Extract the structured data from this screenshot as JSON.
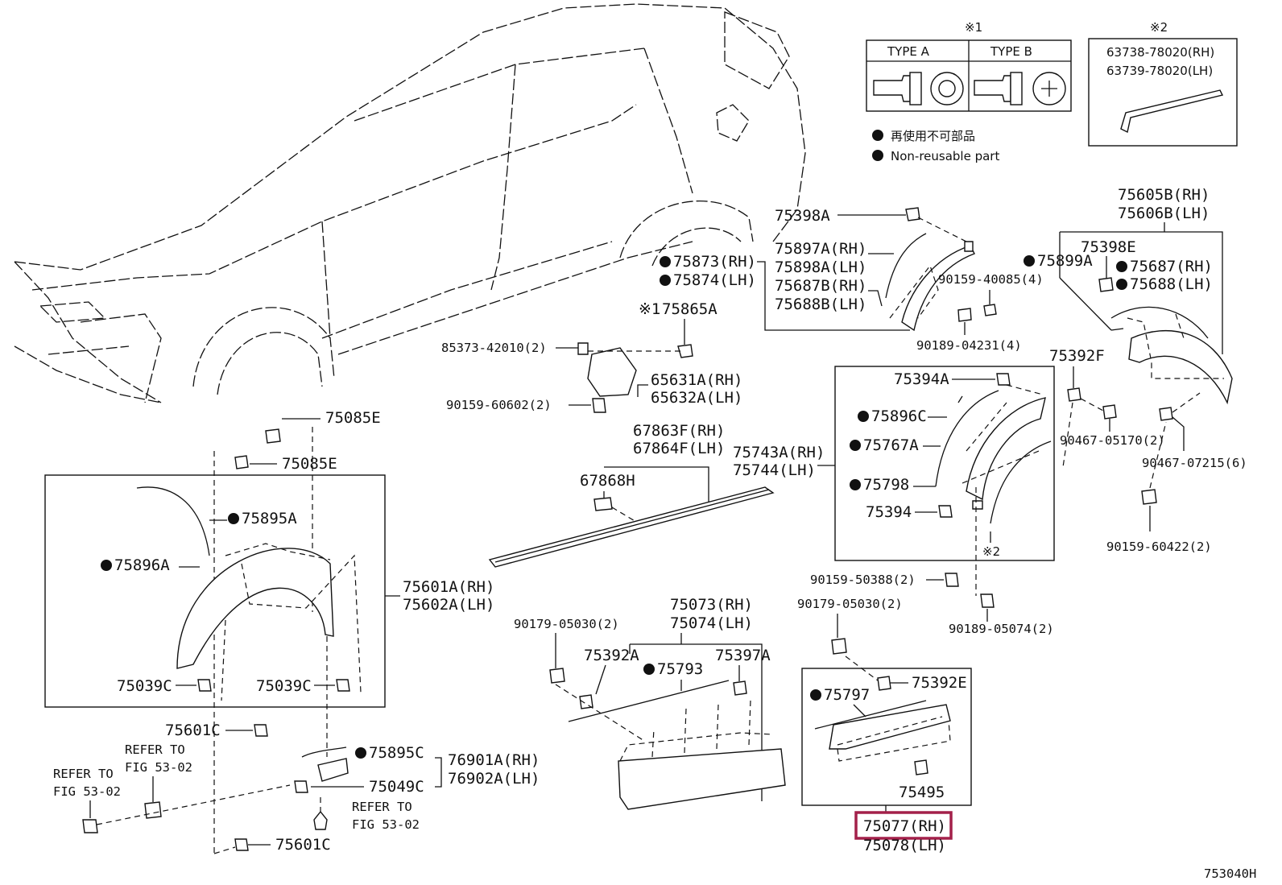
{
  "legend": {
    "note1": "※1",
    "note2": "※2",
    "type_a": "TYPE A",
    "type_b": "TYPE B",
    "clip_codes": [
      "63738-78020(RH)",
      "63739-78020(LH)"
    ],
    "nonreusable_jp": "再使用不可部品",
    "nonreusable_en": "Non-reusable part"
  },
  "callouts": {
    "c75398A": "75398A",
    "c75873": "75873(RH)",
    "c75874": "75874(LH)",
    "c75897A": "75897A(RH)",
    "c75898A": "75898A(LH)",
    "c75687B": "75687B(RH)",
    "c75688B": "75688B(LH)",
    "c90159_40085": "90159-40085(4)",
    "c90189_04231": "90189-04231(4)",
    "c75865A_mark": "※1",
    "c75865A": "75865A",
    "c85373": "85373-42010(2)",
    "c65631A": "65631A(RH)",
    "c65632A": "65632A(LH)",
    "c90159_60602": "90159-60602(2)",
    "c75085E_1": "75085E",
    "c75085E_2": "75085E",
    "c75895A": "75895A",
    "c75896A": "75896A",
    "c75601A": "75601A(RH)",
    "c75602A": "75602A(LH)",
    "c75039C_1": "75039C",
    "c75039C_2": "75039C",
    "c75601C_1": "75601C",
    "c75601C_2": "75601C",
    "c75895C": "75895C",
    "c75049C": "75049C",
    "c76901A": "76901A(RH)",
    "c76902A": "76902A(LH)",
    "ref1a": "REFER TO",
    "ref1b": "FIG 53-02",
    "ref2a": "REFER TO",
    "ref2b": "FIG 53-02",
    "ref3a": "REFER TO",
    "ref3b": "FIG 53-02",
    "c67863F": "67863F(RH)",
    "c67864F": "67864F(LH)",
    "c67868H": "67868H",
    "c75743A": "75743A(RH)",
    "c75744": "75744(LH)",
    "c75394A": "75394A",
    "c75896C": "75896C",
    "c75767A": "75767A",
    "c75798": "75798",
    "c75394": "75394",
    "c_note2": "※2",
    "c75392F": "75392F",
    "c90467_05170": "90467-05170(2)",
    "c90467_07215": "90467-07215(6)",
    "c90159_60422": "90159-60422(2)",
    "c75605B": "75605B(RH)",
    "c75606B": "75606B(LH)",
    "c75398E": "75398E",
    "c75899A": "75899A",
    "c75687": "75687(RH)",
    "c75688": "75688(LH)",
    "c90159_50388": "90159-50388(2)",
    "c90179_05030_r": "90179-05030(2)",
    "c90189_05074": "90189-05074(2)",
    "c90179_05030_l": "90179-05030(2)",
    "c75073": "75073(RH)",
    "c75074": "75074(LH)",
    "c75392A": "75392A",
    "c75793": "75793",
    "c75397A": "75397A",
    "c75797": "75797",
    "c75392E": "75392E",
    "c75495": "75495",
    "c75077": "75077(RH)",
    "c75078": "75078(LH)",
    "fig_code": "753040H"
  },
  "colors": {
    "ink": "#111111",
    "highlight": "#a3204a",
    "background": "#ffffff"
  }
}
